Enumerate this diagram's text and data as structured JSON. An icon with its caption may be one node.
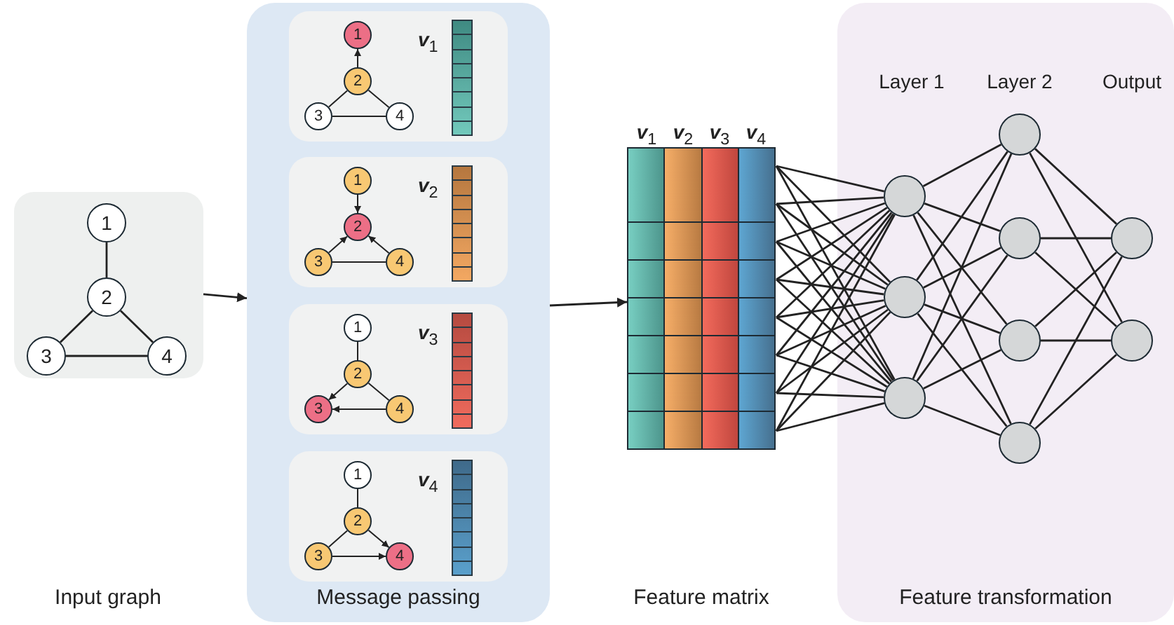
{
  "diagram": {
    "nodes": [
      {
        "text": [],
        "shape": "box"
      },
      {
        "text": [
          "1"
        ],
        "in": 0
      },
      {
        "text": [
          "2"
        ],
        "in": 0
      },
      {
        "text": [
          "3"
        ],
        "in": 0
      },
      {
        "text": [
          "4"
        ],
        "in": 0
      },
      {
        "text": [
          "Message passing"
        ]
      },
      {
        "text": [
          "**v**$_{1}$"
        ],
        "in": 5
      },
      {
        "text": [
          "1"
        ],
        "in": 6
      },
      {
        "text": [
          "2"
        ],
        "in": 6
      },
      {
        "text": [
          "3"
        ],
        "in": 6
      },
      {
        "text": [
          "4"
        ],
        "in": 6
      },
      {
        "text": [
          "**v**$_{2}$"
        ],
        "in": 5
      },
      {
        "text": [
          "1"
        ],
        "in": 11
      },
      {
        "text": [
          "2"
        ],
        "in": 11
      },
      {
        "text": [
          "3"
        ],
        "in": 11
      },
      {
        "text": [
          "4"
        ],
        "in": 11
      },
      {
        "text": [
          "**v**$_{3}$"
        ],
        "in": 5
      },
      {
        "text": [
          "1"
        ],
        "in": 16
      },
      {
        "text": [
          "2"
        ],
        "in": 16
      },
      {
        "text": [
          "3"
        ],
        "in": 16
      },
      {
        "text": [
          "4"
        ],
        "in": 16
      },
      {
        "text": [
          "**v**$_{4}$"
        ],
        "in": 5
      },
      {
        "text": [
          "1"
        ],
        "in": 21
      },
      {
        "text": [
          "2"
        ],
        "in": 21
      },
      {
        "text": [
          "3"
        ],
        "in": 21
      },
      {
        "text": [
          "4"
        ],
        "in": 21
      },
      {
        "text": [
          "Feature matrix"
        ]
      },
      {
        "text": [],
        "shape": "bar",
        "in": 26
      },
      {
        "text": [],
        "shape": "bar",
        "in": 26
      },
      {
        "text": [],
        "shape": "bar",
        "in": 26
      },
      {
        "text": [],
        "shape": "bar",
        "in": 26
      },
      {
        "text": [],
        "shape": "bar",
        "in": 26
      },
      {
        "text": [],
        "shape": "bar",
        "in": 26
      },
      {
        "text": [],
        "shape": "bar",
        "in": 26
      },
      {
        "text": [],
        "shape": "bar",
        "in": 26
      },
      {
        "text": [
          "Feature transformation"
        ]
      },
      {
        "text": [],
        "shape": "circle",
        "in": 35
      },
      {
        "text": [],
        "shape": "circle",
        "in": 35
      },
      {
        "text": [],
        "shape": "circle",
        "in": 35
      },
      {
        "text": [],
        "shape": "circle",
        "in": 35
      },
      {
        "text": [],
        "shape": "circle",
        "in": 35
      },
      {
        "text": [],
        "shape": "circle",
        "in": 35
      },
      {
        "text": [],
        "shape": "circle",
        "in": 35
      },
      {
        "text": [],
        "shape": "circle",
        "in": 35
      },
      {
        "text": [],
        "shape": "circle",
        "in": 35
      }
    ],
    "edges": [
      {
        "from": 1,
        "to": 2,
        "arrow": "none"
      },
      {
        "from": 2,
        "to": 3,
        "arrow": "none"
      },
      {
        "from": 2,
        "to": 4,
        "arrow": "none"
      },
      {
        "from": 3,
        "to": 4,
        "arrow": "none"
      },
      {
        "from": 0,
        "to": 5,
        "arrow": "to"
      },
      {
        "from": 5,
        "to": 26,
        "arrow": "to"
      },
      {
        "from": 8,
        "to": 7,
        "arrow": "to"
      },
      {
        "from": 8,
        "to": 9,
        "arrow": "none"
      },
      {
        "from": 8,
        "to": 10,
        "arrow": "none"
      },
      {
        "from": 9,
        "to": 10,
        "arrow": "none"
      },
      {
        "from": 12,
        "to": 13,
        "arrow": "to"
      },
      {
        "from": 14,
        "to": 13,
        "arrow": "to"
      },
      {
        "from": 15,
        "to": 13,
        "arrow": "to"
      },
      {
        "from": 14,
        "to": 15,
        "arrow": "none"
      },
      {
        "from": 17,
        "to": 18,
        "arrow": "none"
      },
      {
        "from": 18,
        "to": 19,
        "arrow": "to"
      },
      {
        "from": 20,
        "to": 19,
        "arrow": "to"
      },
      {
        "from": 18,
        "to": 20,
        "arrow": "none"
      },
      {
        "from": 22,
        "to": 23,
        "arrow": "none"
      },
      {
        "from": 23,
        "to": 25,
        "arrow": "to"
      },
      {
        "from": 24,
        "to": 25,
        "arrow": "to"
      },
      {
        "from": 23,
        "to": 24,
        "arrow": "none"
      },
      {
        "from": 27,
        "to": 36,
        "arrow": "none"
      },
      {
        "from": 27,
        "to": 37,
        "arrow": "none"
      },
      {
        "from": 27,
        "to": 38,
        "arrow": "none"
      },
      {
        "from": 28,
        "to": 36,
        "arrow": "none"
      },
      {
        "from": 28,
        "to": 37,
        "arrow": "none"
      },
      {
        "from": 28,
        "to": 38,
        "arrow": "none"
      },
      {
        "from": 29,
        "to": 36,
        "arrow": "none"
      },
      {
        "from": 29,
        "to": 37,
        "arrow": "none"
      },
      {
        "from": 29,
        "to": 38,
        "arrow": "none"
      },
      {
        "from": 30,
        "to": 36,
        "arrow": "none"
      },
      {
        "from": 30,
        "to": 37,
        "arrow": "none"
      },
      {
        "from": 30,
        "to": 38,
        "arrow": "none"
      },
      {
        "from": 31,
        "to": 36,
        "arrow": "none"
      },
      {
        "from": 31,
        "to": 37,
        "arrow": "none"
      },
      {
        "from": 31,
        "to": 38,
        "arrow": "none"
      },
      {
        "from": 32,
        "to": 36,
        "arrow": "none"
      },
      {
        "from": 32,
        "to": 37,
        "arrow": "none"
      },
      {
        "from": 32,
        "to": 38,
        "arrow": "none"
      },
      {
        "from": 33,
        "to": 36,
        "arrow": "none"
      },
      {
        "from": 33,
        "to": 37,
        "arrow": "none"
      },
      {
        "from": 33,
        "to": 38,
        "arrow": "none"
      },
      {
        "from": 34,
        "to": 36,
        "arrow": "none"
      },
      {
        "from": 34,
        "to": 37,
        "arrow": "none"
      },
      {
        "from": 34,
        "to": 38,
        "arrow": "none"
      },
      {
        "from": 36,
        "to": 39,
        "arrow": "none"
      },
      {
        "from": 36,
        "to": 40,
        "arrow": "none"
      },
      {
        "from": 36,
        "to": 41,
        "arrow": "none"
      },
      {
        "from": 36,
        "to": 42,
        "arrow": "none"
      },
      {
        "from": 37,
        "to": 39,
        "arrow": "none"
      },
      {
        "from": 37,
        "to": 40,
        "arrow": "none"
      },
      {
        "from": 37,
        "to": 41,
        "arrow": "none"
      },
      {
        "from": 37,
        "to": 42,
        "arrow": "none"
      },
      {
        "from": 38,
        "to": 39,
        "arrow": "none"
      },
      {
        "from": 38,
        "to": 40,
        "arrow": "none"
      },
      {
        "from": 38,
        "to": 41,
        "arrow": "none"
      },
      {
        "from": 38,
        "to": 42,
        "arrow": "none"
      },
      {
        "from": 39,
        "to": 43,
        "arrow": "none"
      },
      {
        "from": 39,
        "to": 44,
        "arrow": "none"
      },
      {
        "from": 40,
        "to": 43,
        "arrow": "none"
      },
      {
        "from": 40,
        "to": 44,
        "arrow": "none"
      },
      {
        "from": 41,
        "to": 43,
        "arrow": "none"
      },
      {
        "from": 41,
        "to": 44,
        "arrow": "none"
      },
      {
        "from": 42,
        "to": 43,
        "arrow": "none"
      },
      {
        "from": 42,
        "to": 44,
        "arrow": "none"
      }
    ],
    "labels": [
      "**v**$_{1}$",
      "**v**$_{2}$",
      "**v**$_{3}$",
      "**v**$_{4}$",
      "Layer 1",
      "Layer 2",
      "Output",
      "Input graph"
    ]
  }
}
